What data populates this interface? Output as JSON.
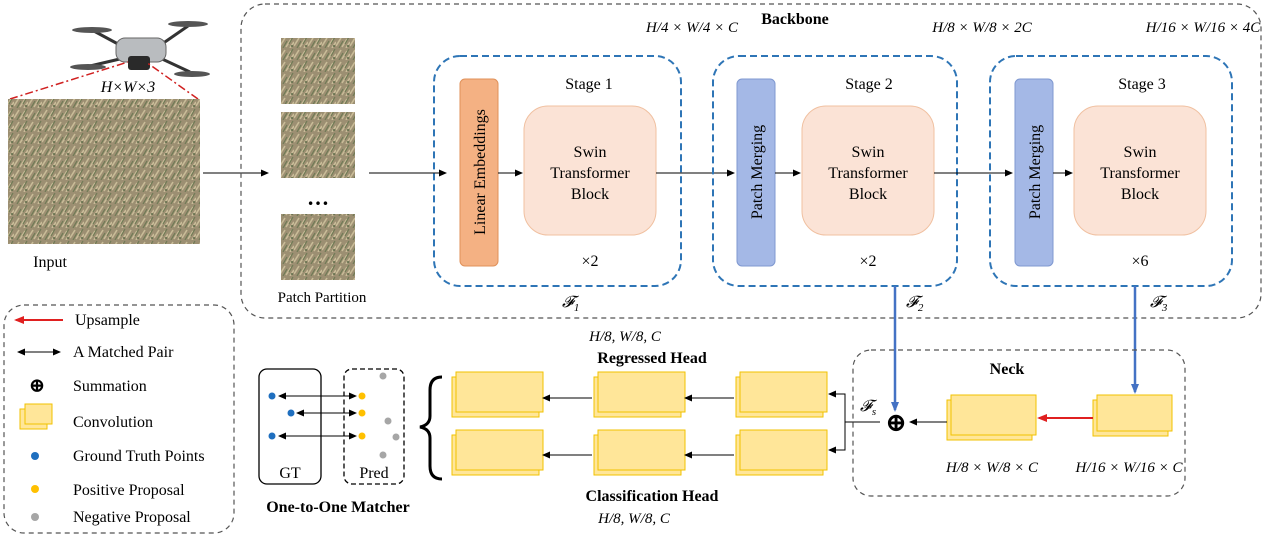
{
  "input": {
    "dims": "H×W×3",
    "label": "Input"
  },
  "patch": {
    "ellipsis": "…",
    "label": "Patch Partition"
  },
  "backbone": {
    "title": "Backbone",
    "dims_1": "H/4 × W/4 × C",
    "dims_2": "H/8 × W/8 × 2C",
    "dims_3": "H/16 × W/16 × 4C",
    "stage1": {
      "title": "Stage 1",
      "embed": "Linear Embeddings",
      "block_1": "Swin",
      "block_2": "Transformer",
      "block_3": "Block",
      "repeat": "×2",
      "feat": "F1"
    },
    "stage2": {
      "title": "Stage 2",
      "merge": "Patch Merging",
      "block_1": "Swin",
      "block_2": "Transformer",
      "block_3": "Block",
      "repeat": "×2",
      "feat": "F2"
    },
    "stage3": {
      "title": "Stage 3",
      "merge": "Patch Merging",
      "block_1": "Swin",
      "block_2": "Transformer",
      "block_3": "Block",
      "repeat": "×6",
      "feat": "F3"
    }
  },
  "legend": {
    "items": [
      {
        "icon": "red-arrow-icon",
        "label": "Upsample"
      },
      {
        "icon": "double-arrow-icon",
        "label": "A Matched Pair"
      },
      {
        "icon": "summation-icon",
        "label": "Summation"
      },
      {
        "icon": "convolution-icon",
        "label": "Convolution"
      },
      {
        "icon": "blue-dot-icon",
        "label": "Ground Truth Points"
      },
      {
        "icon": "yellow-dot-icon",
        "label": "Positive Proposal"
      },
      {
        "icon": "gray-dot-icon",
        "label": "Negative Proposal"
      }
    ]
  },
  "neck": {
    "title": "Neck",
    "fs": "Fs",
    "sum": "⊕",
    "dims_left": "H/8 × W/8 × C",
    "dims_right": "H/16 × W/16 × C"
  },
  "heads": {
    "reg_dims": "H/8, W/8, C",
    "reg_title": "Regressed Head",
    "cls_title": "Classification Head",
    "cls_dims": "H/8, W/8, C"
  },
  "matcher": {
    "gt": "GT",
    "pred": "Pred",
    "title": "One-to-One Matcher"
  },
  "colors": {
    "stage_border": "#2e75b6",
    "embed_fill": "#f4b183",
    "merge_fill": "#a4b8e6",
    "block_fill": "#fbe3d6",
    "conv_fill": "#ffe699",
    "conv_stroke": "#f2c200",
    "gt_dot": "#1f6fbf",
    "pos_dot": "#ffc000",
    "neg_dot": "#a6a6a6",
    "upsample": "#e02020",
    "blue_arrow": "#4472c4"
  }
}
